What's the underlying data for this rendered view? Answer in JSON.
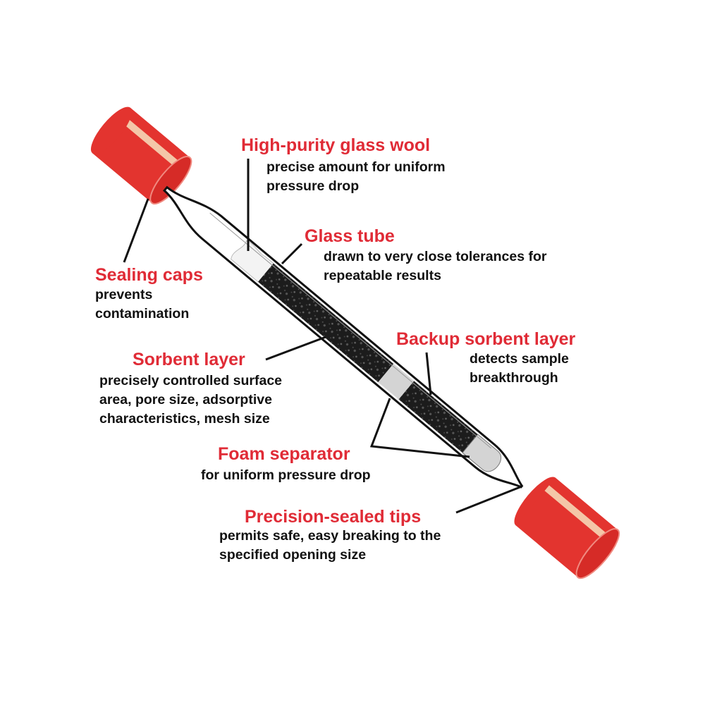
{
  "colors": {
    "heading": "#e02b36",
    "cap": "#e3342f",
    "cap_highlight": "#f4c6a8",
    "sorbent": "#1a1a1a",
    "foam": "#d4d4d4"
  },
  "labels": {
    "glass_wool": {
      "title": "High-purity glass wool",
      "desc": [
        "precise amount for uniform",
        "pressure drop"
      ]
    },
    "glass_tube": {
      "title": "Glass tube",
      "desc": [
        "drawn to very close tolerances for",
        "repeatable results"
      ]
    },
    "sealing_caps": {
      "title": "Sealing caps",
      "desc": [
        "prevents",
        "contamination"
      ]
    },
    "sorbent_layer": {
      "title": "Sorbent layer",
      "desc": [
        "precisely controlled surface",
        "area, pore size, adsorptive",
        "characteristics, mesh size"
      ]
    },
    "backup_sorbent": {
      "title": "Backup sorbent layer",
      "desc": [
        "detects sample",
        "breakthrough"
      ]
    },
    "foam_separator": {
      "title": "Foam separator",
      "desc": [
        "for uniform pressure drop"
      ]
    },
    "sealed_tips": {
      "title": "Precision-sealed tips",
      "desc": [
        "permits safe, easy breaking to the",
        "specified opening size"
      ]
    }
  }
}
